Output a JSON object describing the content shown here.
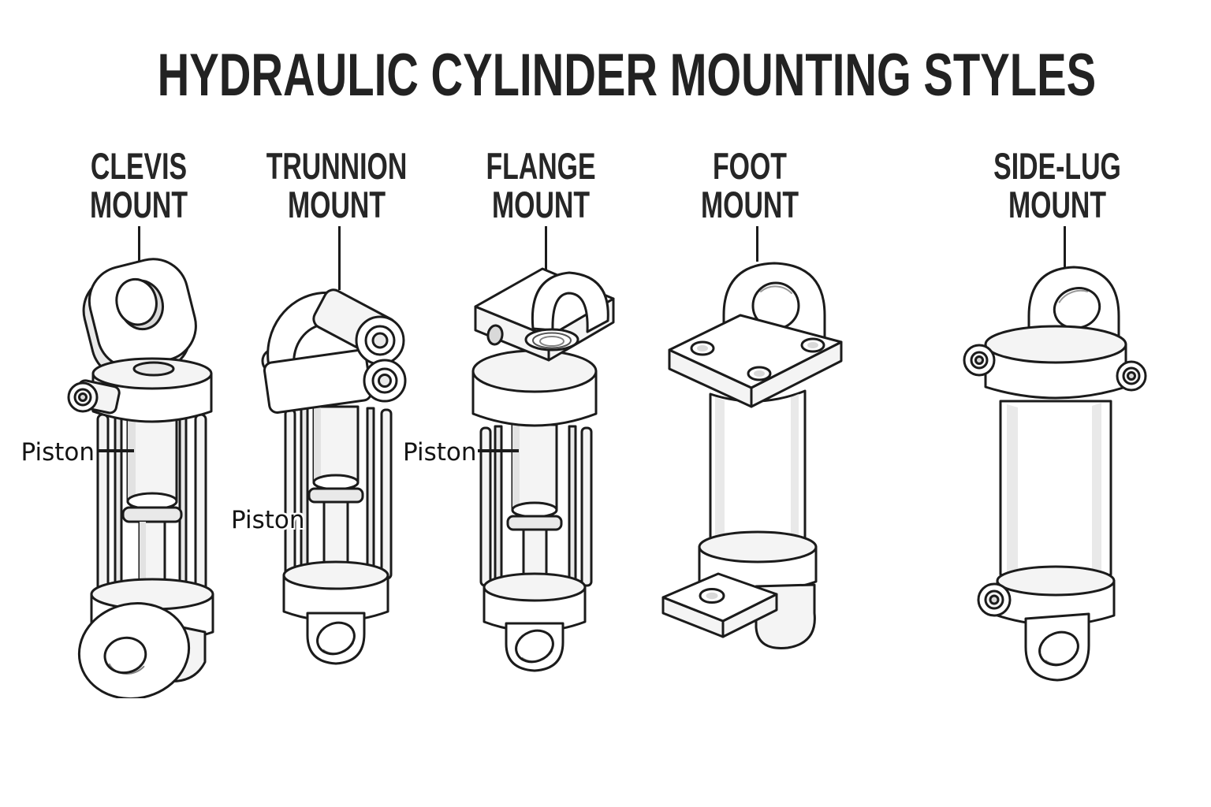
{
  "title": "HYDRAULIC CYLINDER MOUNTING STYLES",
  "figures": [
    {
      "id": "clevis",
      "label_line1": "CLEVIS",
      "label_line2": "MOUNT"
    },
    {
      "id": "trunnion",
      "label_line1": "TRUNNION",
      "label_line2": "MOUNT"
    },
    {
      "id": "flange",
      "label_line1": "FLANGE",
      "label_line2": "MOUNT"
    },
    {
      "id": "foot",
      "label_line1": "FOOT",
      "label_line2": "MOUNT"
    },
    {
      "id": "side-lug",
      "label_line1": "SIDE-LUG",
      "label_line2": "MOUNT"
    }
  ],
  "annotations": [
    {
      "label": "Piston",
      "target": "clevis-mount-piston"
    },
    {
      "label": "Piston",
      "target": "trunnion-mount-piston"
    },
    {
      "label": "Piston",
      "target": "flange-mount-piston"
    }
  ],
  "colors": {
    "ink": "#1b1b1b",
    "paper": "#ffffff",
    "shade_light": "#f4f4f4",
    "shade_mid": "#e9e9e9",
    "shade_dark": "#d9d9d9"
  }
}
